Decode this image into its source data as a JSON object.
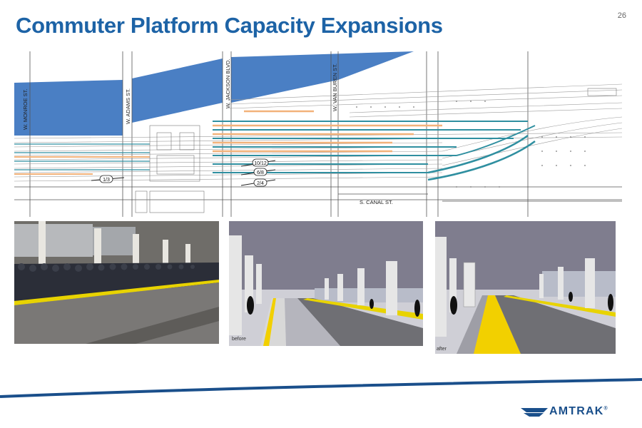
{
  "slide": {
    "title": "Commuter Platform Capacity Expansions",
    "page_number": "26"
  },
  "map": {
    "street_labels": {
      "monroe": "W. MONROE ST.",
      "adams": "W. ADAMS ST.",
      "jackson": "W. JACKSON BLVD.",
      "van_buren": "W. VAN BUREN ST.",
      "canal": "S. CANAL ST."
    },
    "track_labels": [
      "1/3",
      "10/12",
      "6/8",
      "2/4"
    ]
  },
  "photos": {
    "before_caption": "before",
    "after_caption": "after"
  },
  "logo": {
    "text": "AMTRAK",
    "mark": "®"
  },
  "colors": {
    "title": "#1d63a6",
    "building_blue": "#4a7fc4",
    "track_teal": "#2f8fa0",
    "platform_orange": "#f2b27a",
    "platform_yellow": "#f4d800"
  }
}
